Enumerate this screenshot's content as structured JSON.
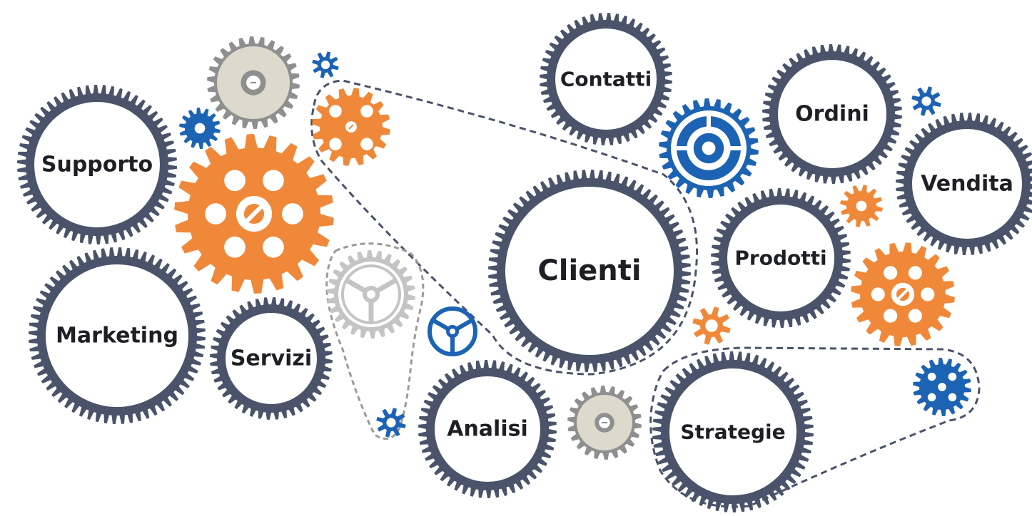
{
  "colors": {
    "slate": "#4a5369",
    "orange": "#f0883a",
    "blue": "#1c63b3",
    "gray": "#8f8f8f",
    "lightgray": "#c4c4c4",
    "beige": "#dddacd",
    "white": "#ffffff",
    "text": "#1d1f24"
  },
  "labels": {
    "supporto": "Supporto",
    "marketing": "Marketing",
    "servizi": "Servizi",
    "analisi": "Analisi",
    "clienti": "Clienti",
    "contatti": "Contatti",
    "ordini": "Ordini",
    "vendita": "Vendita",
    "prodotti": "Prodotti",
    "strategie": "Strategie"
  }
}
